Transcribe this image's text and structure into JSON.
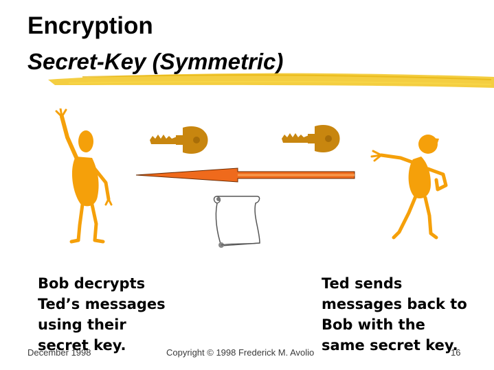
{
  "slide": {
    "title": "Encryption",
    "subtitle": "Secret-Key (Symmetric)"
  },
  "captions": {
    "left": [
      "Bob decrypts",
      "Ted’s messages",
      "using their",
      "secret key."
    ],
    "right": [
      "Ted sends",
      "messages back to",
      "Bob with the",
      "same secret key."
    ]
  },
  "footer": {
    "date": "December 1998",
    "copyright": "Copyright  © 1998 Frederick M. Avolio",
    "page": "16"
  },
  "colors": {
    "figure": "#f5a00a",
    "key": "#c8860f",
    "arrow": "#ef6a1c",
    "brush": "#f2c520"
  },
  "icons": [
    "person-figure-icon",
    "key-icon",
    "arrow-icon",
    "scroll-message-icon"
  ]
}
